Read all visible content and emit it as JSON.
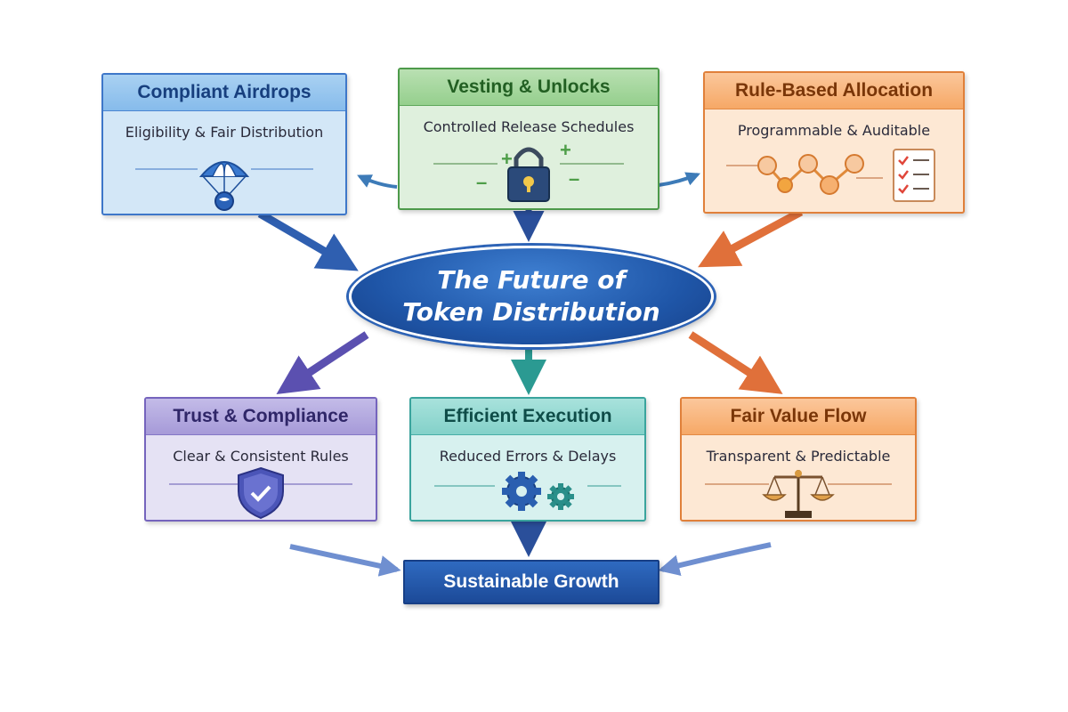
{
  "center": {
    "line1": "The Future of",
    "line2": "Token Distribution"
  },
  "boxes": [
    {
      "title": "Compliant Airdrops",
      "subtitle": "Eligibility & Fair Distribution",
      "icon": "parachute-icon"
    },
    {
      "title": "Vesting & Unlocks",
      "subtitle": "Controlled Release Schedules",
      "icon": "padlock-icon"
    },
    {
      "title": "Rule-Based Allocation",
      "subtitle": "Programmable & Auditable",
      "icon": "checklist-icon"
    },
    {
      "title": "Trust & Compliance",
      "subtitle": "Clear & Consistent Rules",
      "icon": "shield-check-icon"
    },
    {
      "title": "Efficient Execution",
      "subtitle": "Reduced Errors & Delays",
      "icon": "gears-icon"
    },
    {
      "title": "Fair Value Flow",
      "subtitle": "Transparent & Predictable",
      "icon": "scales-icon"
    }
  ],
  "bottom": {
    "label": "Sustainable Growth"
  },
  "colors": {
    "blue": "#3e77c9",
    "green": "#4d9a4a",
    "orange": "#e0803a",
    "purple": "#7564bd",
    "teal": "#3aa49d",
    "navy": "#1c4a98"
  }
}
